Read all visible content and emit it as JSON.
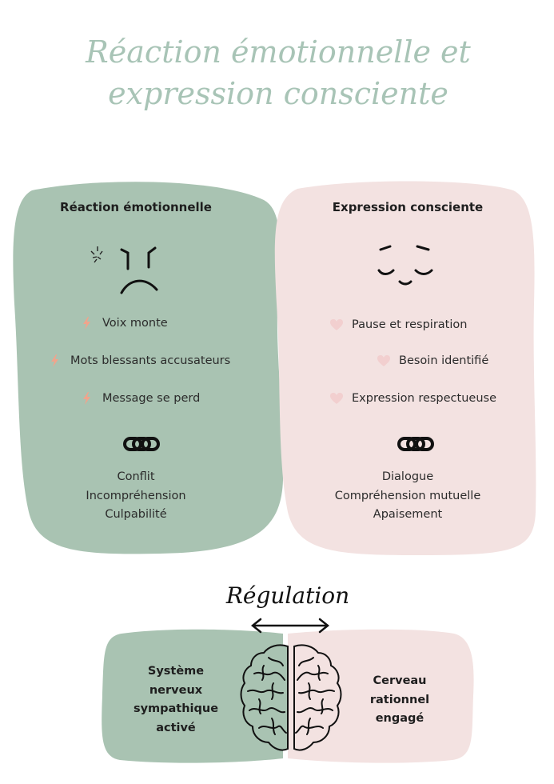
{
  "title": {
    "line1": "Réaction émotionnelle et",
    "line2": "expression consciente",
    "color": "#a8c4b6"
  },
  "left_panel": {
    "heading": "Réaction émotionnelle",
    "color": "#a9c3b2",
    "face_icon": "angry-face-icon",
    "item_icon": "lightning-bolt-icon",
    "items": [
      "Voix monte",
      "Mots blessants accusateurs",
      "Message se perd"
    ],
    "link_icon": "chain-link-icon",
    "outcomes": [
      "Conflit",
      "Incompréhension",
      "Culpabilité"
    ]
  },
  "right_panel": {
    "heading": "Expression consciente",
    "color": "#f3e2e1",
    "face_icon": "calm-face-icon",
    "item_icon": "heart-icon",
    "items": [
      "Pause et respiration",
      "Besoin identifié",
      "Expression respectueuse"
    ],
    "link_icon": "chain-link-icon",
    "outcomes": [
      "Dialogue",
      "Compréhension mutuelle",
      "Apaisement"
    ]
  },
  "regulation": {
    "label": "Régulation",
    "arrow_icon": "double-arrow-icon"
  },
  "bottom": {
    "left_lines": [
      "Système",
      "nerveux",
      "sympathique",
      "activé"
    ],
    "right_lines": [
      "Cerveau",
      "rationnel",
      "engagé"
    ],
    "brain_icon": "brain-icon",
    "accent_bolt": "#f0a48c",
    "accent_heart": "#f2cfcf"
  }
}
